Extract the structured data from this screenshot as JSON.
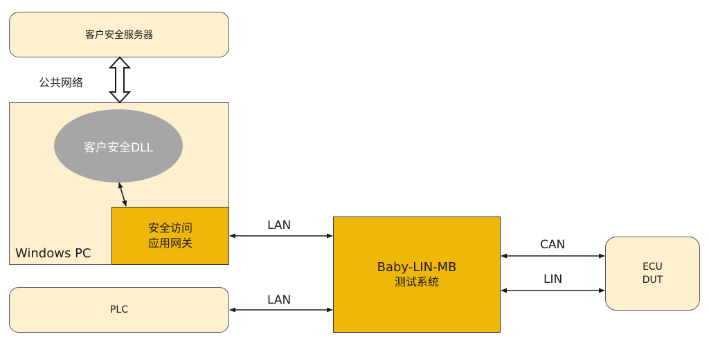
{
  "nodes": {
    "server": "客户安全服务器",
    "dll": "客户安全DLL",
    "pc": "Windows PC",
    "gateway_line1": "安全访问",
    "gateway_line2": "应用网关",
    "plc": "PLC",
    "tester_line1": "Baby-LIN-MB",
    "tester_line2": "测试系统",
    "ecu_line1": "ECU",
    "ecu_line2": "DUT"
  },
  "links": {
    "public_network": "公共网络",
    "lan_top": "LAN",
    "lan_bottom": "LAN",
    "can": "CAN",
    "lin": "LIN"
  },
  "colors": {
    "pale_fill": "#fdf0cf",
    "gold_fill": "#f0b70b",
    "ellipse_fill": "#a6a6a6"
  }
}
